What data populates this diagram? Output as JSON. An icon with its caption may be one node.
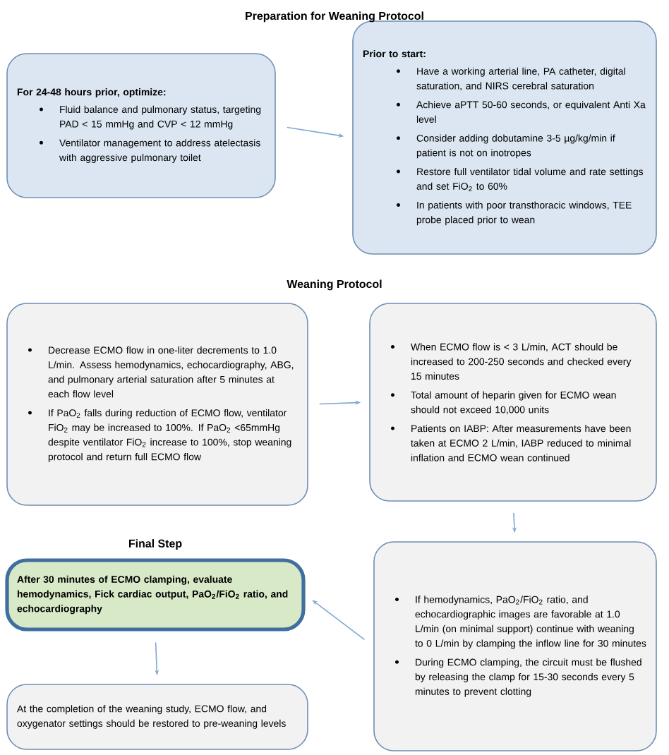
{
  "diagram": {
    "nodes": [
      {
        "text": [
          "For 24-48 hours prior, optimize:",
          "Fluid balance and pulmonary status, targeting PAD < 15 mmHg and CVP < 12 mmHg",
          "Ventilator management to address atelectasis with aggressive pulmonary toilet"
        ]
      },
      {
        "text": [
          "Prior to start:",
          "Have a working arterial line, PA catheter, digital saturation, and NIRS cerebral saturation",
          "Achieve aPTT 50-60 seconds, or equivalent Anti Xa level",
          "Consider adding dobutamine 3-5 µg/kg/min if patient is not on inotropes",
          "Restore full ventilator tidal volume and rate settings and set FiO$_{2}$ to 60%",
          "In patients with poor transthoracic windows, TEE probe placed prior to wean"
        ]
      },
      {
        "text": [
          "Decrease ECMO flow in one-liter decrements to 1.0 L/min. Assess hemodynamics, echocardiography, ABG, and pulmonary arterial saturation after 5 minutes at each flow level",
          "If PaO$_{2}$ falls during reduction of ECMO flow, ventilator FiO$_{2}$ may be increased to 100%. If PaO$_{2}$ <65mmHg despite ventilator FiO$_{2}$ increase to 100%, stop weaning protocol and return full ECMO flow"
        ]
      },
      {
        "text": [
          "When ECMO flow is < 3 L/min, ACT should be increased to 200-250 seconds and checked every 15 minutes",
          "Total amount of heparin given for ECMO wean should not exceed 10,000 units",
          "Patients on IABP: After measurements have been taken at ECMO 2 L/min, IABP reduced to minimal inflation and ECMO wean continued"
        ]
      },
      {
        "text": [
          "After 30 minutes of ECMO clamping, evaluate hemodynamics, Fick cardiac output, PaO$_{2}$/FiO$_{2}$ ratio, and echocardiography"
        ],
        "beside": [
          "Final Step"
        ]
      },
      {
        "text": [
          "At the completion of the weaning study, ECMO flow, and oxygenator settings should be restored to pre-weaning levels"
        ]
      },
      {
        "text": [
          "If hemodynamics, PaO$_{2}$/FiO$_{2}$ ratio, and echocardiographic images are favorable at 1.0 L/min (on minimal support) continue with weaning to 0 L/min by clamping the inflow line for 30 minutes",
          "During ECMO clamping, the circuit must be flushed by releasing the clamp for 15-30 seconds every 5 minutes to prevent clotting"
        ]
      }
    ],
    "edges": [
      {
        "from": 0,
        "to": 1,
        "arrow": "to"
      },
      {
        "from": 2,
        "to": 3,
        "arrow": "to"
      },
      {
        "from": 3,
        "to": 6,
        "arrow": "to"
      },
      {
        "from": 6,
        "to": 4,
        "arrow": "to"
      },
      {
        "from": 4,
        "to": 5,
        "arrow": "to"
      }
    ],
    "labels": [
      "Preparation for Weaning Protocol",
      "Weaning Protocol"
    ]
  }
}
